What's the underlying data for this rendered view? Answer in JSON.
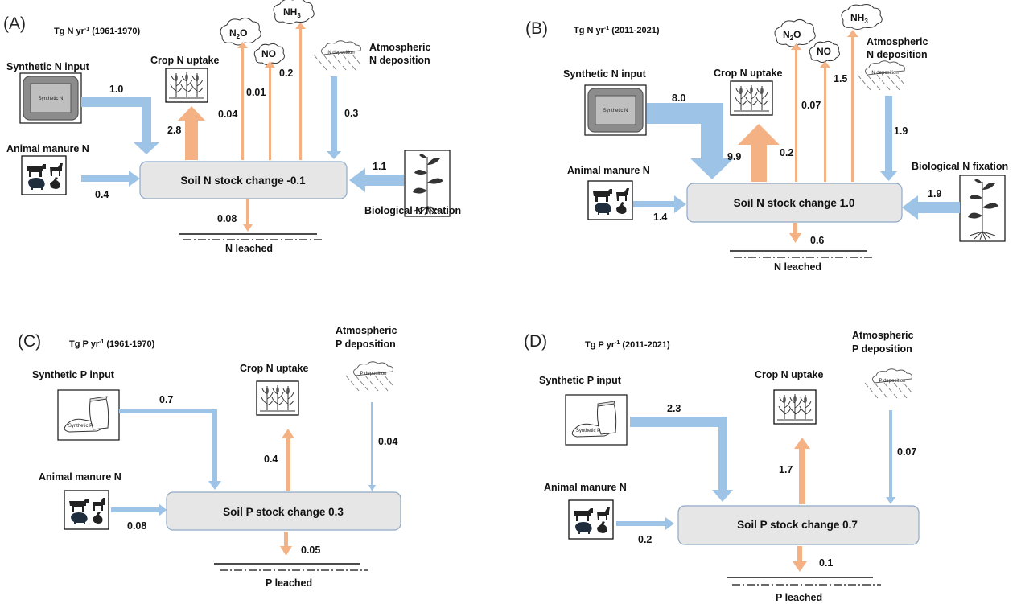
{
  "panels": [
    {
      "id": "A",
      "panel_label": "(A)",
      "unit_title": "Tg N yr",
      "unit_sup": "-1",
      "period": " (1961-1970)",
      "synthetic_label": "Synthetic N input",
      "synthetic_icon_text": "Synthetic N",
      "synthetic_value": "1.0",
      "manure_label": "Animal manure N",
      "manure_value": "0.4",
      "crop_label": "Crop N uptake",
      "crop_value": "2.8",
      "soil_label": "Soil N stock change -0.1",
      "leach_label": "N leached",
      "leach_value": "0.08",
      "dep_label_1": "Atmospheric",
      "dep_label_2": "N deposition",
      "dep_cloud_text": "N deposition",
      "dep_value": "0.3",
      "fix_label": "Biological N fixation",
      "fix_value": "1.1",
      "n2o_value": "0.04",
      "no_value": "0.01",
      "nh3_value": "0.2",
      "gas_n2o": "N",
      "gas_n2o_sub": "2",
      "gas_n2o_tail": "O",
      "gas_no": "NO",
      "gas_nh3": "NH",
      "gas_nh3_sub": "3"
    },
    {
      "id": "B",
      "panel_label": "(B)",
      "unit_title": "Tg N yr",
      "unit_sup": "-1",
      "period": " (2011-2021)",
      "synthetic_label": "Synthetic N input",
      "synthetic_icon_text": "Synthetic N",
      "synthetic_value": "8.0",
      "manure_label": "Animal manure N",
      "manure_value": "1.4",
      "crop_label": "Crop N uptake",
      "crop_value": "9.9",
      "soil_label": "Soil N stock change 1.0",
      "leach_label": "N leached",
      "leach_value": "0.6",
      "dep_label_1": "Atmospheric",
      "dep_label_2": "N deposition",
      "dep_cloud_text": "N deposition",
      "dep_value": "1.9",
      "fix_label": "Biological N fixation",
      "fix_value": "1.9",
      "n2o_value": "0.2",
      "no_value": "0.07",
      "nh3_value": "1.5",
      "gas_n2o": "N",
      "gas_n2o_sub": "2",
      "gas_n2o_tail": "O",
      "gas_no": "NO",
      "gas_nh3": "NH",
      "gas_nh3_sub": "3"
    },
    {
      "id": "C",
      "panel_label": "(C)",
      "unit_title": "Tg P yr",
      "unit_sup": "-1",
      "period": " (1961-1970)",
      "synthetic_label": "Synthetic P input",
      "synthetic_icon_text": "Synthetic P",
      "synthetic_value": "0.7",
      "manure_label": "Animal manure N",
      "manure_value": "0.08",
      "crop_label": "Crop N uptake",
      "crop_value": "0.4",
      "soil_label": "Soil P stock change 0.3",
      "leach_label": "P leached",
      "leach_value": "0.05",
      "dep_label_1": "Atmospheric",
      "dep_label_2": "P deposition",
      "dep_cloud_text": "P deposition",
      "dep_value": "0.04"
    },
    {
      "id": "D",
      "panel_label": "(D)",
      "unit_title": "Tg P yr",
      "unit_sup": "-1",
      "period": " (2011-2021)",
      "synthetic_label": "Synthetic P input",
      "synthetic_icon_text": "Synthetic P",
      "synthetic_value": "2.3",
      "manure_label": "Animal manure N",
      "manure_value": "0.2",
      "crop_label": "Crop N uptake",
      "crop_value": "1.7",
      "soil_label": "Soil P stock change 0.7",
      "leach_label": "P leached",
      "leach_value": "0.1",
      "dep_label_1": "Atmospheric",
      "dep_label_2": "P deposition",
      "dep_cloud_text": "P deposition",
      "dep_value": "0.07"
    }
  ],
  "colors": {
    "input_flow": "#9dc3e6",
    "output_flow": "#f4b183",
    "box_fill": "#e7e6e6",
    "box_stroke": "#8fa9c7"
  }
}
